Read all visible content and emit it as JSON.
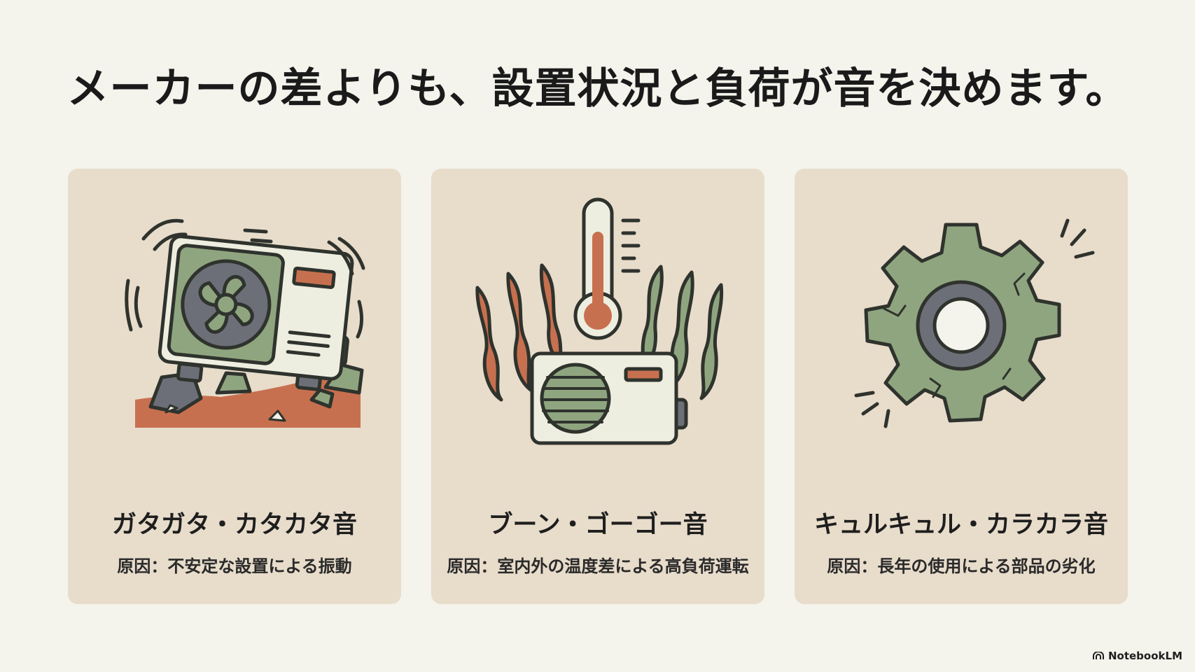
{
  "title": "メーカーの差よりも、設置状況と負荷が音を決めます。",
  "cards": [
    {
      "icon": "unstable-outdoor-unit-icon",
      "heading": "ガタガタ・カタカタ音",
      "cause": "原因：不安定な設置による振動"
    },
    {
      "icon": "thermometer-heat-unit-icon",
      "heading": "ブーン・ゴーゴー音",
      "cause": "原因：室内外の温度差による高負荷運転"
    },
    {
      "icon": "worn-gear-icon",
      "heading": "キュルキュル・カラカラ音",
      "cause": "原因：長年の使用による部品の劣化"
    }
  ],
  "brand": "NotebookLM",
  "colors": {
    "background": "#f4f3ec",
    "card": "#e8dccb",
    "green": "#8fa57f",
    "terracotta": "#c7704f",
    "slate": "#6d6f78",
    "outline": "#2f332d"
  }
}
